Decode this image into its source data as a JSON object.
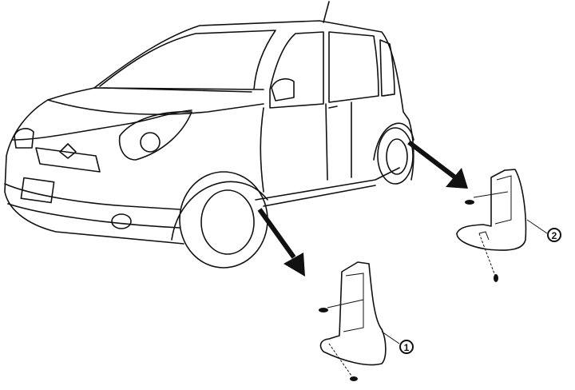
{
  "callouts": [
    {
      "id": "1",
      "label": "1",
      "part": "front-mud-flap"
    },
    {
      "id": "2",
      "label": "2",
      "part": "rear-mud-flap"
    }
  ]
}
